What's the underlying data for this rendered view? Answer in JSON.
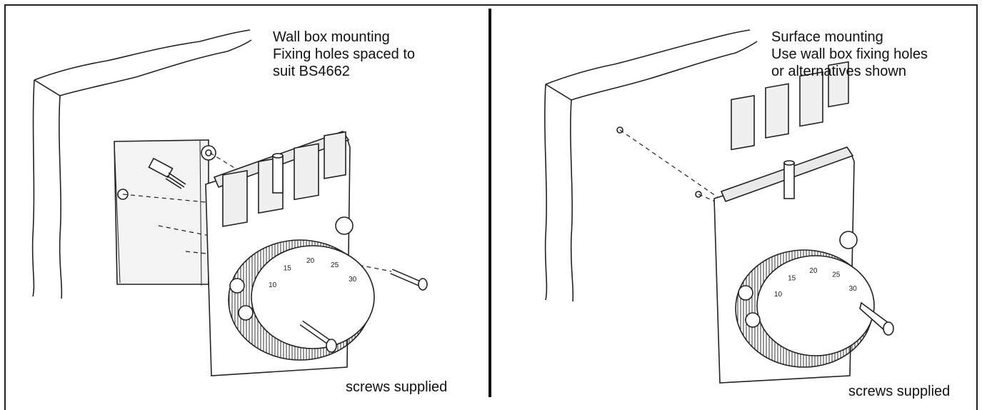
{
  "left_panel": {
    "caption_lines": [
      "Wall box mounting",
      "Fixing holes spaced to",
      "suit BS4662"
    ],
    "screws_label": "screws supplied"
  },
  "right_panel": {
    "caption_lines": [
      "Surface mounting",
      "Use wall box fixing holes",
      "or alternatives shown"
    ],
    "screws_label": "screws supplied"
  },
  "left_dial_numbers": [
    "10",
    "15",
    "20",
    "25",
    "30"
  ],
  "right_dial_numbers": [
    "10",
    "15",
    "20",
    "25",
    "30"
  ]
}
